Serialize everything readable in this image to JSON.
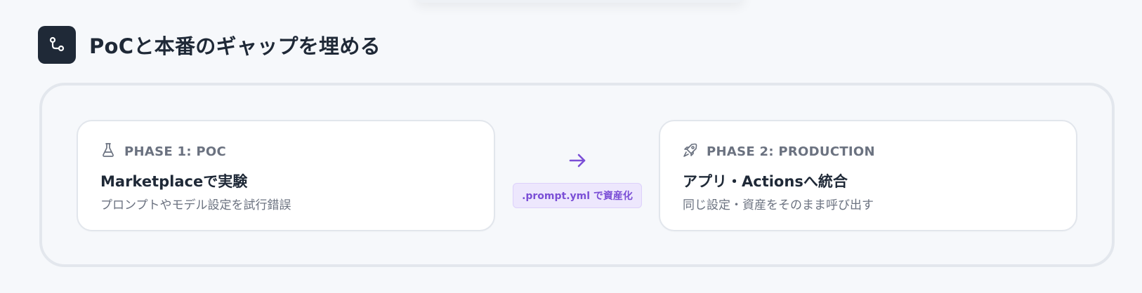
{
  "section": {
    "title": "PoCと本番のギャップを埋める",
    "icon": "git-branch-icon"
  },
  "phase1": {
    "label": "PHASE 1: POC",
    "icon": "flask-icon",
    "title": "Marketplaceで実験",
    "description": "プロンプトやモデル設定を試行錯誤"
  },
  "connector": {
    "icon": "arrow-right-icon",
    "badge": ".prompt.yml で資産化"
  },
  "phase2": {
    "label": "PHASE 2: PRODUCTION",
    "icon": "rocket-icon",
    "title": "アプリ・Actionsへ統合",
    "description": "同じ設定・資産をそのまま呼び出す"
  },
  "colors": {
    "background": "#f6f8fb",
    "header_icon_bg": "#1f2937",
    "accent": "#7b4fd6",
    "badge_bg": "#ede7fd",
    "muted_text": "#6b7280",
    "heading_text": "#1f2937"
  }
}
